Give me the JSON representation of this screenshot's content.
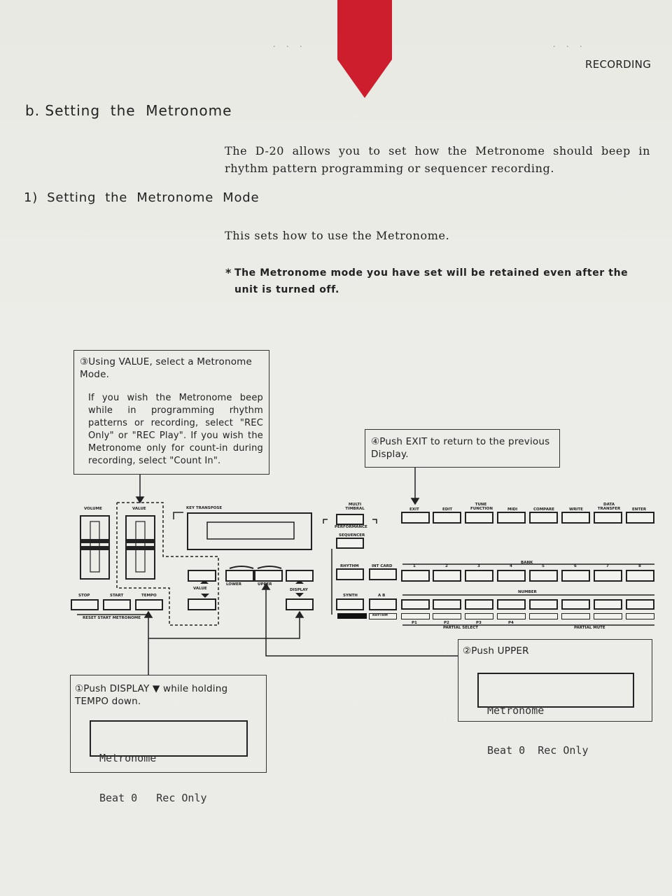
{
  "header": {
    "section_label": "RECORDING"
  },
  "section": {
    "title": "b. Setting  the  Metronome"
  },
  "intro": "The D-20 allows you to set how the Metronome should beep in rhythm pattern programming or sequencer recording.",
  "subsection": {
    "title": "1)  Setting  the  Metronome  Mode"
  },
  "body": "This sets how to use the Metronome.",
  "note": {
    "mark": "*",
    "text": "The Metronome mode you have set will be retained even after the unit is turned off."
  },
  "callouts": {
    "step3_title": "③Using VALUE, select a Metronome Mode.",
    "step3_body": "If you wish the Metronome beep while in programming rhythm patterns or recording, select \"REC Only\" or \"REC Play\". If you wish the Metronome only for count-in during recording, select \"Count In\".",
    "step4": "④Push EXIT to return to the previous Display.",
    "step2": "②Push UPPER",
    "step1": "①Push DISPLAY ▼ while holding TEMPO down."
  },
  "lcd_step2": {
    "line1": "Metronome",
    "line2": "Beat 0  Rec Only"
  },
  "lcd_step1": {
    "line1": "Metronome",
    "line2": "Beat 0   Rec Only"
  },
  "panel_labels": {
    "volume": "VOLUME",
    "value": "VALUE",
    "key_transpose": "KEY TRANSPOSE",
    "multi_timbral": "MULTI TIMBRAL",
    "performance": "PERFORMANCE",
    "sequencer": "SEQUENCER",
    "exit": "EXIT",
    "edit": "EDIT",
    "tune_function": "TUNE FUNCTION",
    "midi": "MIDI",
    "compare": "COMPARE",
    "write": "WRITE",
    "data_transfer": "DATA TRANSFER",
    "enter": "ENTER",
    "rhythm": "RHYTHM",
    "int_card": "INT CARD",
    "synth": "SYNTH",
    "ab": "A B",
    "rhythm_small": "RHYTHM",
    "bank": "BANK",
    "number": "NUMBER",
    "stop": "STOP",
    "start": "START",
    "tempo": "TEMPO",
    "reset_start_metronome": "RESET START METRONOME",
    "lower": "LOWER",
    "upper": "UPPER",
    "display": "DISPLAY",
    "value_small": "VALUE",
    "partial_select": "PARTIAL SELECT",
    "partial_mute": "PARTIAL MUTE",
    "p1": "P1",
    "p2": "P2",
    "p3": "P3",
    "p4": "P4",
    "n1": "1",
    "n2": "2",
    "n3": "3",
    "n4": "4",
    "n5": "5",
    "n6": "6",
    "n7": "7",
    "n8": "8"
  }
}
